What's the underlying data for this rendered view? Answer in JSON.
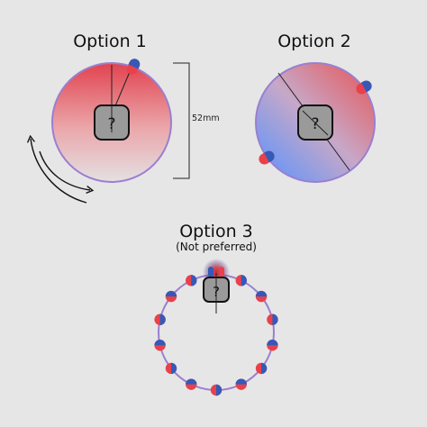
{
  "option1": {
    "title": "Option 1",
    "qmark": "?",
    "dimension_label": "52mm",
    "magnet_colors": {
      "north": "#3559b8",
      "south": "#e8414b"
    }
  },
  "option2": {
    "title": "Option 2",
    "qmark": "?"
  },
  "option3": {
    "title": "Option 3",
    "subtitle": "(Not preferred)",
    "qmark": "?",
    "ring_magnet_count": 14
  },
  "colors": {
    "circle_outline": "#9a7fd0",
    "red": "#e8414b",
    "blue": "#3559b8",
    "center_box": "#9a9a9a",
    "background": "#e6e6e6"
  }
}
